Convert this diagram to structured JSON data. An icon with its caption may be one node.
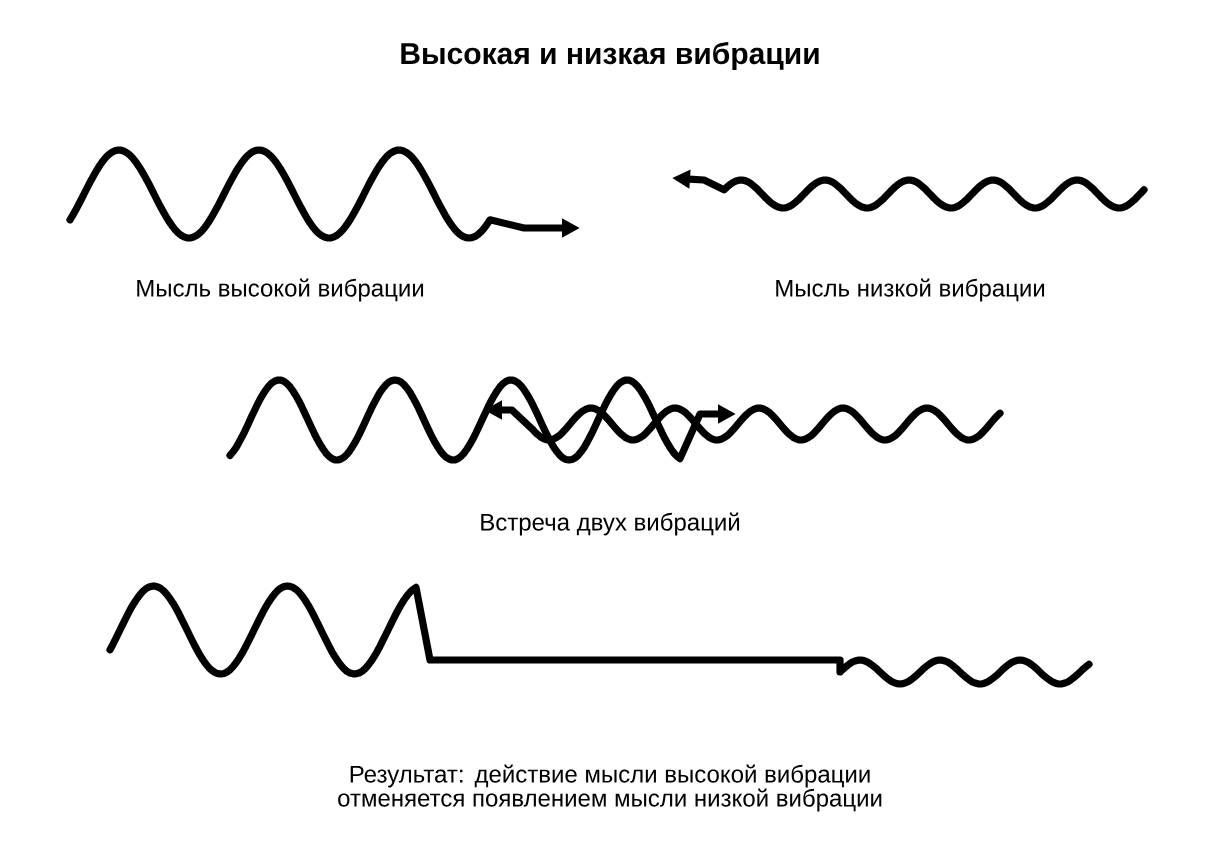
{
  "diagram": {
    "title": "Высокая и низкая вибрации",
    "labels": [
      "Мысль высокой вибрации",
      "Мысль низкой вибрации",
      "Встреча двух вибраций"
    ],
    "caption": "Результат: действие мысли высокой вибрации отменяется появлением мысли низкой вибрации"
  }
}
